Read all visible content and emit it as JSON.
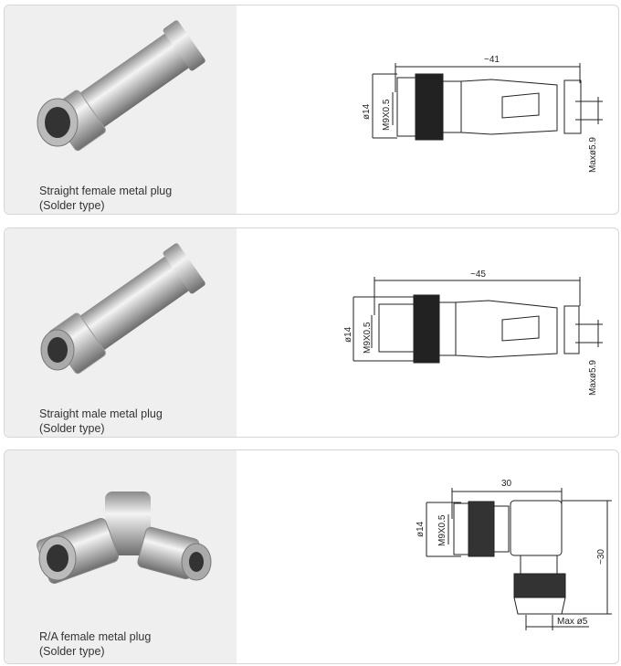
{
  "products": [
    {
      "name": "Straight female metal plug",
      "type": "(Solder type)",
      "dims": {
        "length": "~41",
        "diameter": "ø14",
        "thread": "M9X0.5",
        "cable": "Maxø5.9"
      }
    },
    {
      "name": "Straight male metal plug",
      "type": "(Solder type)",
      "dims": {
        "length": "~45",
        "diameter": "ø14",
        "thread": "M9X0.5",
        "cable": "Maxø5.9"
      }
    },
    {
      "name": "R/A female metal plug",
      "type": "(Solder type)",
      "dims": {
        "length": "30",
        "height": "~30",
        "diameter": "ø14",
        "thread": "M9X0.5",
        "cable": "Max  ø5"
      }
    }
  ]
}
